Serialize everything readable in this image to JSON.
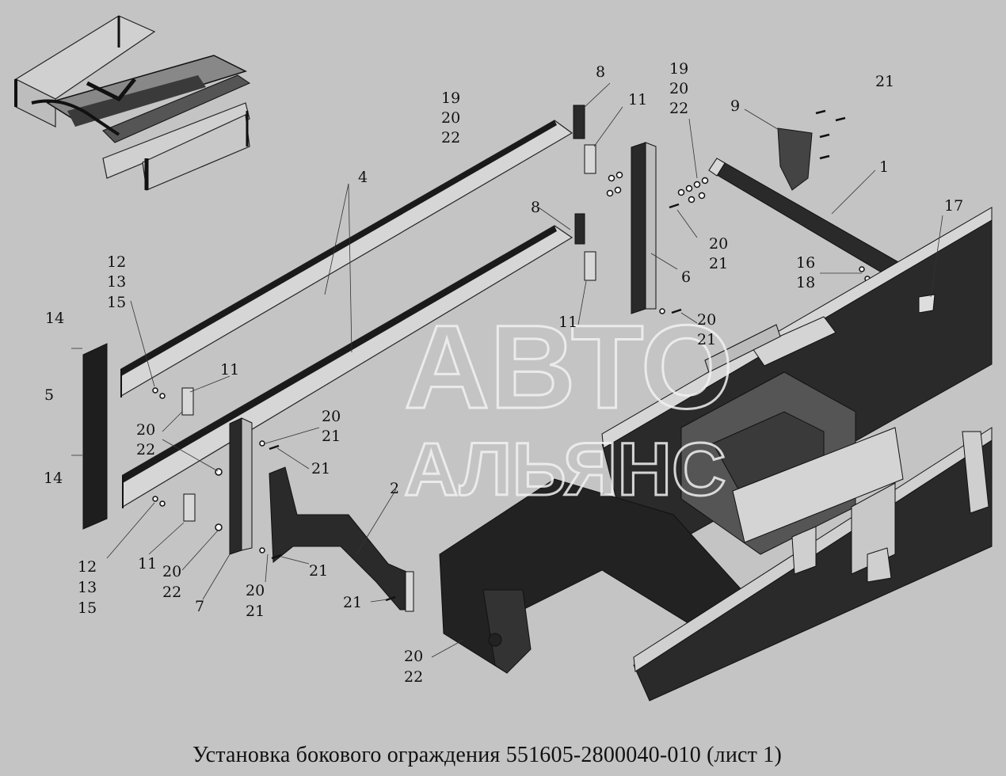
{
  "caption": "Установка бокового ограждения 551605-2800040-010 (лист 1)",
  "watermark": {
    "line1": "АВТО",
    "line2": "АЛЬЯНС"
  },
  "callouts": {
    "c8a": "8",
    "c11a": "11",
    "c19a": "19",
    "c20a": "20",
    "c22a": "22",
    "c19b": "19",
    "c20b": "20",
    "c22b": "22",
    "c21a": "21",
    "c9": "9",
    "c1": "1",
    "c4": "4",
    "c8b": "8",
    "c17": "17",
    "c20c": "20",
    "c21b": "21",
    "c16": "16",
    "c18": "18",
    "c6": "6",
    "c12a": "12",
    "c13a": "13",
    "c15a": "15",
    "c14a": "14",
    "c11b": "11",
    "c20d": "20",
    "c21c": "21",
    "c11c": "11",
    "c5": "5",
    "c20e": "20",
    "c22c": "22",
    "c20f": "20",
    "c21d": "21",
    "c21e": "21",
    "c14b": "14",
    "c2": "2",
    "c12b": "12",
    "c13b": "13",
    "c15b": "15",
    "c11d": "11",
    "c20g": "20",
    "c22d": "22",
    "c21f": "21",
    "c7": "7",
    "c20h": "20",
    "c21g": "21",
    "c21h": "21",
    "c20i": "20",
    "c22e": "22"
  },
  "colors": {
    "background": "#c4c4c4",
    "ink": "#111111",
    "part_dark": "#2a2a2a",
    "part_light": "#d8d8d8",
    "watermark": "#f2f2f2"
  }
}
